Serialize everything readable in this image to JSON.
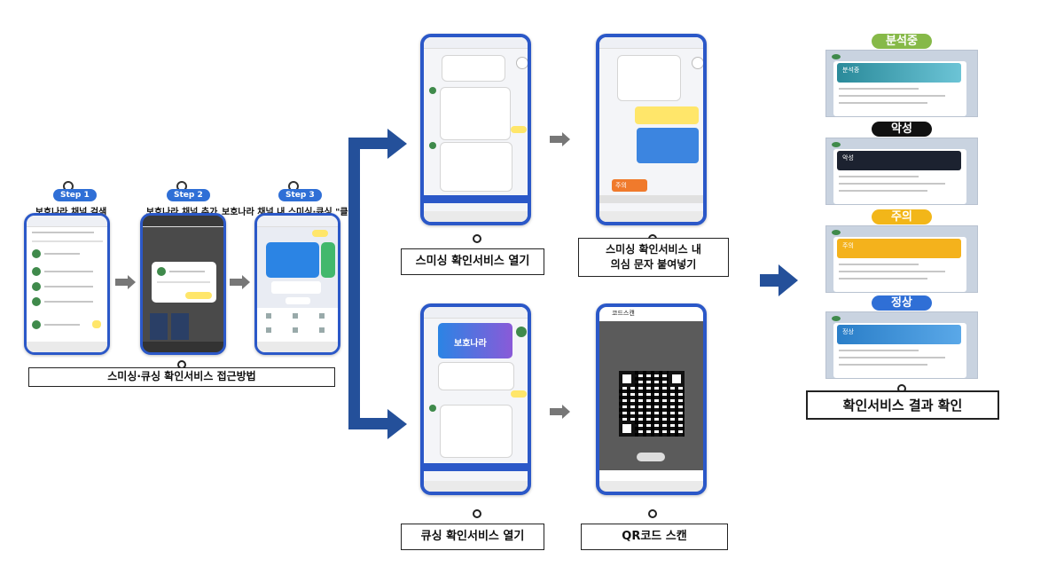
{
  "steps": [
    {
      "badge": "Step 1",
      "title": "보호나라 채널 검색"
    },
    {
      "badge": "Step 2",
      "title": "보호나라 채널 추가"
    },
    {
      "badge": "Step 3",
      "title": "보호나라 채널 내 스미싱·큐싱 \"클릭\""
    }
  ],
  "access_method_label": "스미싱·큐싱 확인서비스 접근방법",
  "flow_labels": {
    "smishing_open": "스미싱 확인서비스 열기",
    "smishing_paste_line1": "스미싱 확인서비스 내",
    "smishing_paste_line2": "의심 문자 붙여넣기",
    "qshing_open": "큐싱 확인서비스 열기",
    "qr_scan": "QR코드 스캔"
  },
  "results": {
    "analyzing": "분석중",
    "malicious": "악성",
    "caution": "주의",
    "normal": "정상",
    "confirm_label": "확인서비스 결과 확인"
  },
  "phone_texts": {
    "brand": "보호나라",
    "qr_title": "코드스캔",
    "caution_tag": "주의",
    "malicious_tag": "악성",
    "normal_tag": "정상",
    "caution_tag_small": "주의",
    "analyzing_tag": "분석중"
  },
  "colors": {
    "phone_frame": "#2b58c8",
    "big_arrow": "#24509a",
    "analyzing": "#86b948",
    "malicious": "#111111",
    "caution": "#f2b619",
    "normal": "#2f6fd6"
  }
}
